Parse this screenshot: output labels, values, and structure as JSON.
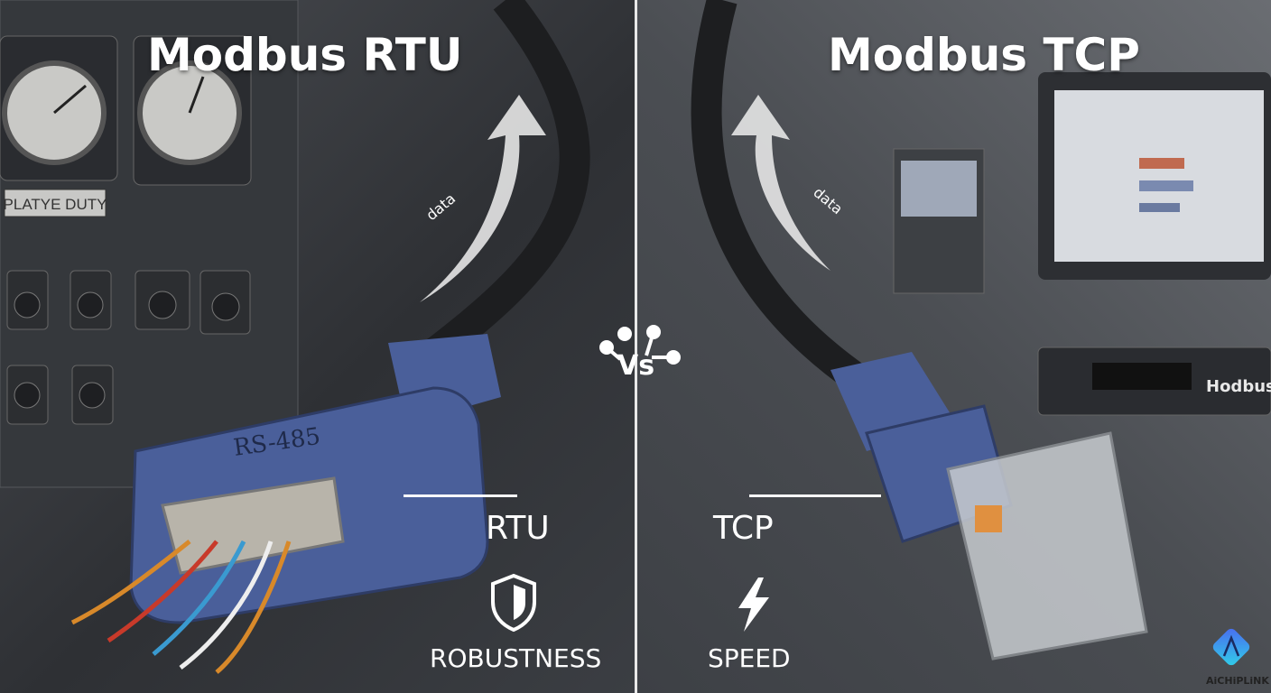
{
  "left": {
    "title": "Modbus RTU",
    "connector_label": "RS-485",
    "panel_label": "PLATYE DUTY",
    "data_tag": "data",
    "protocol_label": "RTU",
    "feature_label": "ROBUSTNESS",
    "feature_icon": "shield-icon"
  },
  "right": {
    "title": "Modbus TCP",
    "switch_label": "Hodbus",
    "data_tag": "data",
    "protocol_label": "TCP",
    "feature_label": "SPEED",
    "feature_icon": "lightning-icon"
  },
  "center": {
    "vs_label": "Vs"
  },
  "logo": {
    "text": "AiCHiPLiNK"
  },
  "colors": {
    "connector_blue": "#4a5f9a",
    "divider": "#e8e8e8",
    "logo_blue": "#3aa0f0"
  }
}
